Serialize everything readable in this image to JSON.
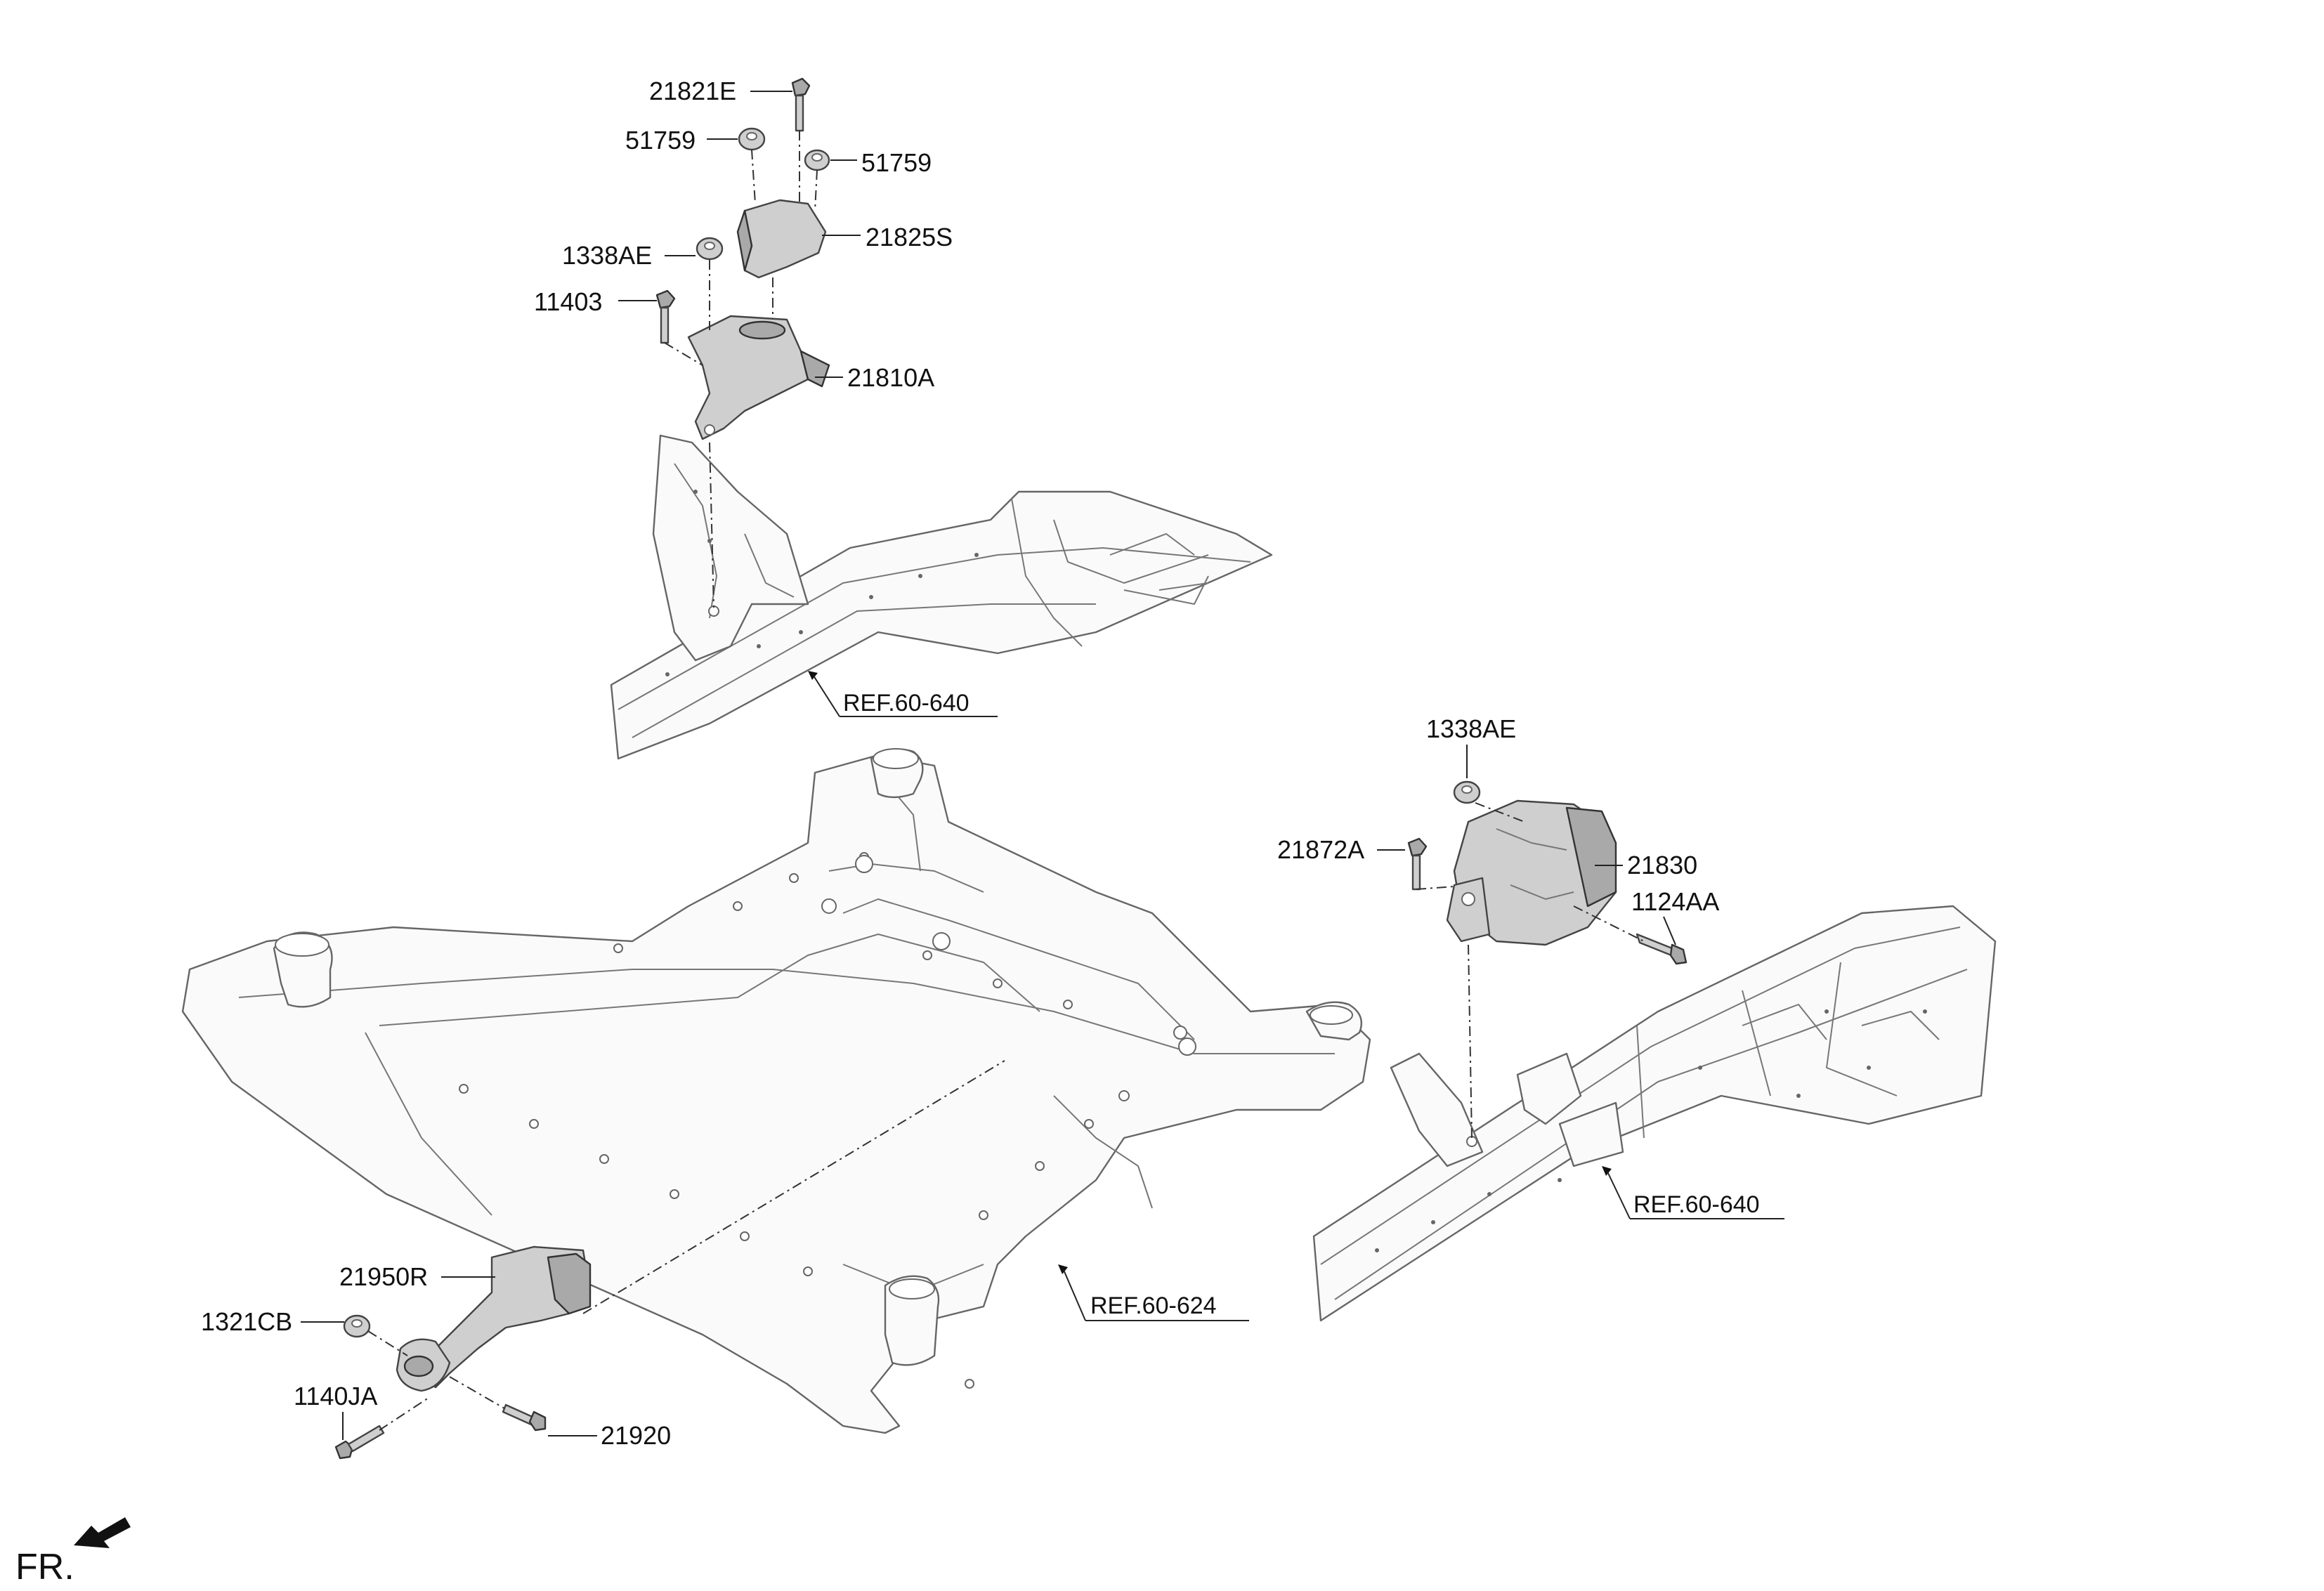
{
  "labels": {
    "l_21821E": "21821E",
    "l_51759_left": "51759",
    "l_51759_right": "51759",
    "l_21825S": "21825S",
    "l_1338AE_top": "1338AE",
    "l_11403": "11403",
    "l_21810A": "21810A",
    "l_ref_60_640_top": "REF.60-640",
    "l_1338AE_right": "1338AE",
    "l_21872A": "21872A",
    "l_21830": "21830",
    "l_1124AA": "1124AA",
    "l_ref_60_640_right": "REF.60-640",
    "l_21950R": "21950R",
    "l_1321CB": "1321CB",
    "l_1140JA": "1140JA",
    "l_21920": "21920",
    "l_ref_60_624": "REF.60-624",
    "fr": "FR."
  },
  "icons": {
    "front_direction": "fr-arrow-icon"
  }
}
